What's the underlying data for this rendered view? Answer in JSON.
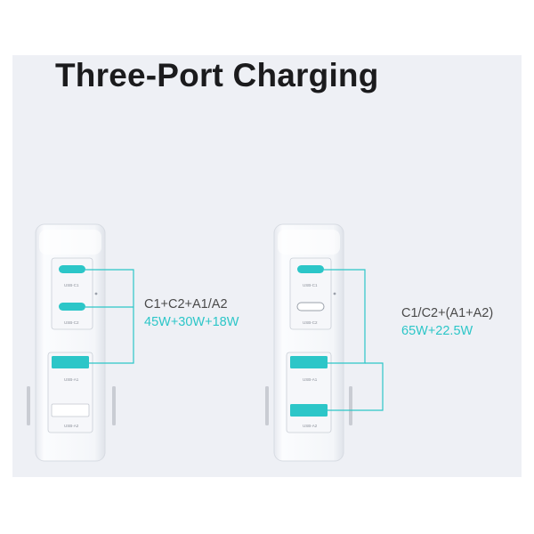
{
  "title": "Three-Port Charging",
  "colors": {
    "accent": "#2cc6c8",
    "background": "#eef0f5",
    "device": "#f9fafc",
    "title": "#1b1b1d"
  },
  "left": {
    "combo": "C1+C2+A1/A2",
    "watts": "45W+30W+18W",
    "ports": {
      "c1": "USB-C1",
      "c2": "USB-C2",
      "a1": "USB-A1",
      "a2": "USB-A2"
    }
  },
  "right": {
    "combo": "C1/C2+(A1+A2)",
    "watts": "65W+22.5W",
    "ports": {
      "c1": "USB-C1",
      "c2": "USB-C2",
      "a1": "USB-A1",
      "a2": "USB-A2"
    }
  }
}
